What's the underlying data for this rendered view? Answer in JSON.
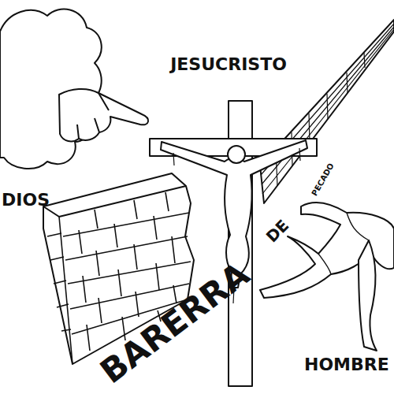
{
  "diagram": {
    "labels": [
      "JESUCRISTO",
      "DIOS",
      "DE",
      "PECADO",
      "BARERRA",
      "HOMBRE"
    ]
  }
}
